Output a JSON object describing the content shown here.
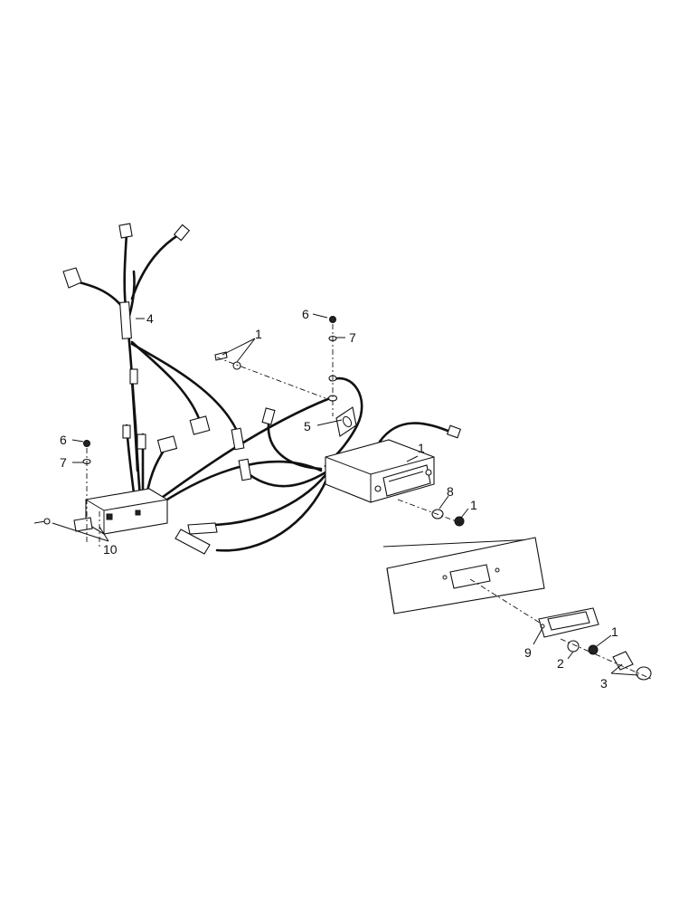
{
  "diagram": {
    "callouts": [
      {
        "id": "c1a",
        "text": "1"
      },
      {
        "id": "c1b",
        "text": "1"
      },
      {
        "id": "c1c",
        "text": "1"
      },
      {
        "id": "c1d",
        "text": "1"
      },
      {
        "id": "c2",
        "text": "2"
      },
      {
        "id": "c3",
        "text": "3"
      },
      {
        "id": "c4",
        "text": "4"
      },
      {
        "id": "c5",
        "text": "5"
      },
      {
        "id": "c6a",
        "text": "6"
      },
      {
        "id": "c6b",
        "text": "6"
      },
      {
        "id": "c7a",
        "text": "7"
      },
      {
        "id": "c7b",
        "text": "7"
      },
      {
        "id": "c8",
        "text": "8"
      },
      {
        "id": "c9",
        "text": "9"
      },
      {
        "id": "c10",
        "text": "10"
      }
    ]
  }
}
